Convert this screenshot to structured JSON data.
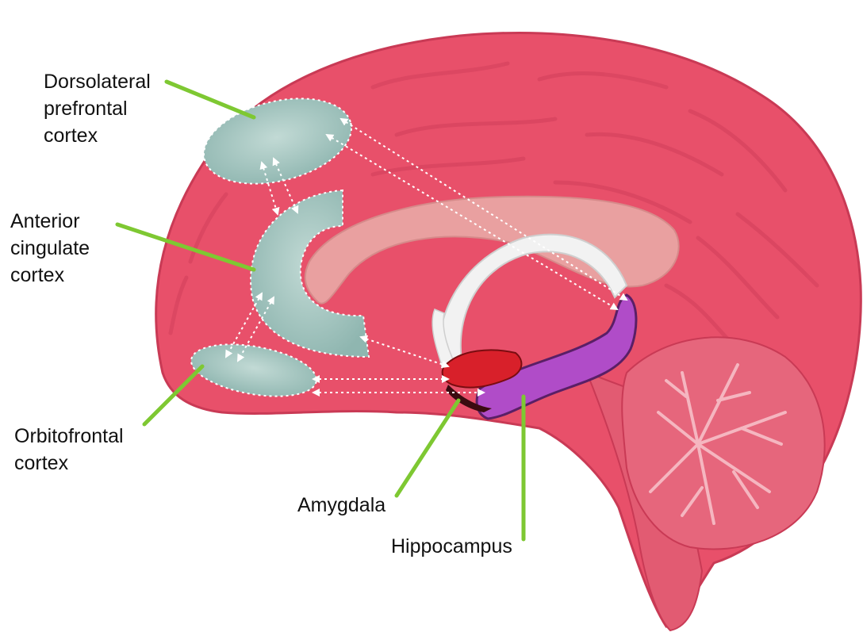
{
  "labels": {
    "dlpfc": [
      "Dorsolateral",
      "prefrontal",
      "cortex"
    ],
    "acc": [
      "Anterior",
      "cingulate",
      "cortex"
    ],
    "ofc": [
      "Orbitofrontal",
      "cortex"
    ],
    "amygdala": "Amygdala",
    "hippocampus": "Hippocampus"
  },
  "colors": {
    "brain": "#e8506a",
    "brain_dark": "#c93a55",
    "brain_light": "#f07a8e",
    "callosum": "#e9a0a0",
    "region_fill": "#9fc3bd",
    "leader_line": "#7ec832",
    "amygdala": "#d8202a",
    "hippocampus": "#b04cc8",
    "fornix": "#f2f2f2",
    "connection": "#ffffff",
    "text": "#111111"
  }
}
